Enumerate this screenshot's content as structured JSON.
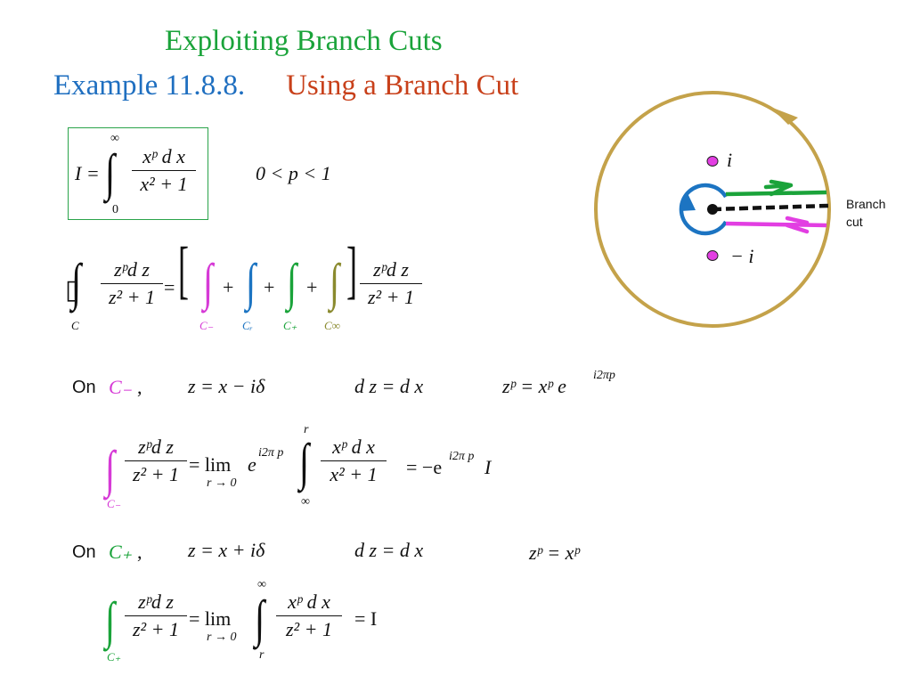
{
  "title": {
    "line1": "Exploiting Branch Cuts",
    "example": "Example 11.8.8.",
    "subtitle": "Using a Branch Cut"
  },
  "eq1": {
    "lhs": "I =",
    "upper": "∞",
    "lower": "0",
    "num": "xᵖ  d x",
    "den": "x² + 1",
    "condition": "0 < p < 1"
  },
  "eq2": {
    "contour_label": "C",
    "num": "zᵖd z",
    "den": "z² + 1",
    "equals": "=",
    "plus": "+",
    "contours": [
      "C₋",
      "Cᵣ",
      "C₊",
      "C∞"
    ]
  },
  "line_cminus": {
    "on": "On",
    "contour": "C₋",
    "comma": ",",
    "z_def": "z = x − iδ",
    "dz_def": "d z = d x",
    "zp_def": "zᵖ = xᵖ e",
    "zp_exp": "i2πp"
  },
  "eq3": {
    "contour": "C₋",
    "num": "zᵖd z",
    "den": "z² + 1",
    "lim": "= lim",
    "lim_sub": "r → 0",
    "exp_base": "e",
    "exp": "i2π p",
    "upper": "r",
    "lower": "∞",
    "inner_num": "xᵖ  d x",
    "inner_den": "x² + 1",
    "result": "= −e",
    "result_exp": "i2π p",
    "result_tail": "I"
  },
  "line_cplus": {
    "on": "On",
    "contour": "C₊",
    "comma": ",",
    "z_def": "z = x + iδ",
    "dz_def": "d z = d x",
    "zp_def": "zᵖ = xᵖ"
  },
  "eq4": {
    "contour": "C₊",
    "num": "zᵖd z",
    "den": "z² + 1",
    "lim": "= lim",
    "lim_sub": "r → 0",
    "upper": "∞",
    "lower": "r",
    "inner_num": "xᵖ  d x",
    "inner_den": "x² + 1",
    "result": "= I"
  },
  "diagram": {
    "pole_top": "i",
    "pole_bottom": "− i",
    "branch_label_1": "Branch",
    "branch_label_2": "cut",
    "colors": {
      "outer_circle": "#c4a24a",
      "small_circle": "#1c74c2",
      "upper_path": "#1aa33a",
      "lower_path": "#e23ee2",
      "poles": "#e23ee2",
      "cut": "#111111"
    }
  }
}
